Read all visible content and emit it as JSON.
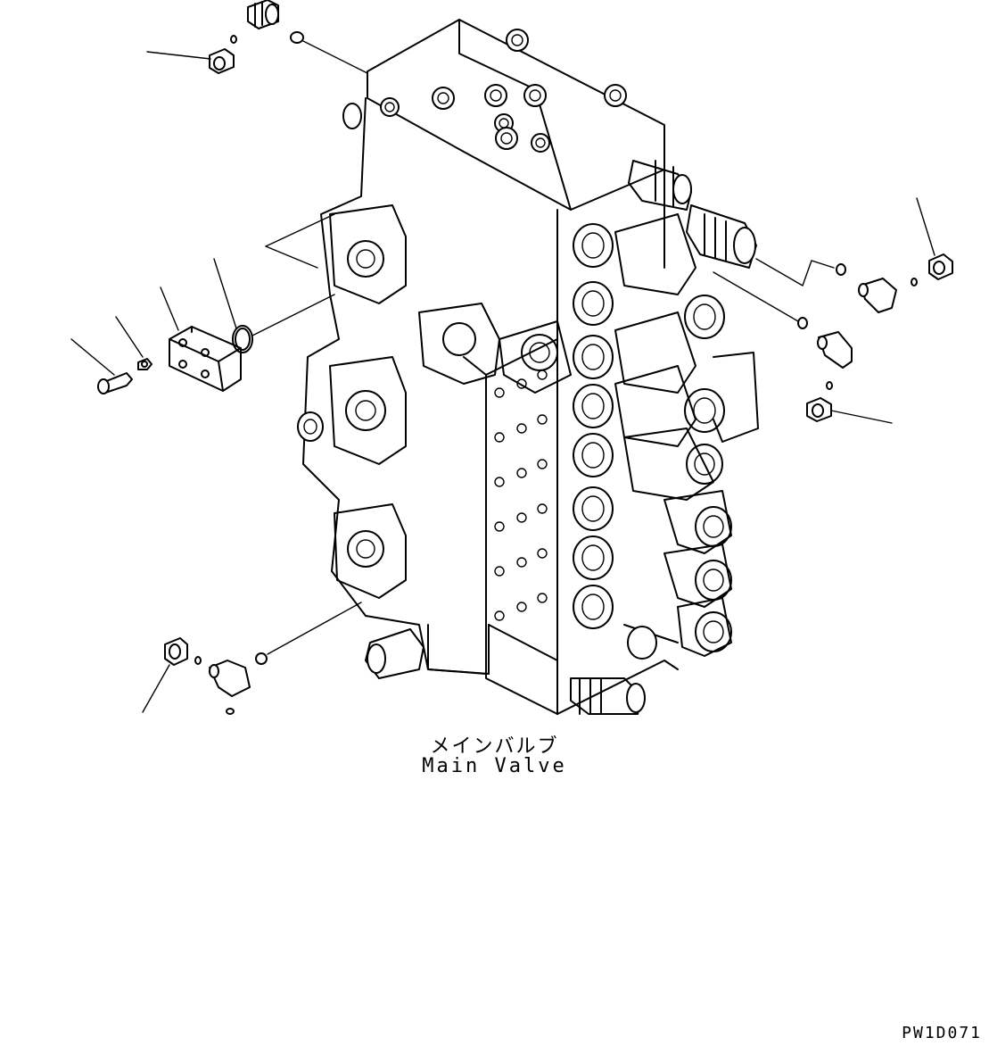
{
  "caption": {
    "japanese": "メインバルブ",
    "english": "Main Valve"
  },
  "drawing_code": "PW1D071",
  "colors": {
    "line": "#000000",
    "background": "#ffffff"
  }
}
